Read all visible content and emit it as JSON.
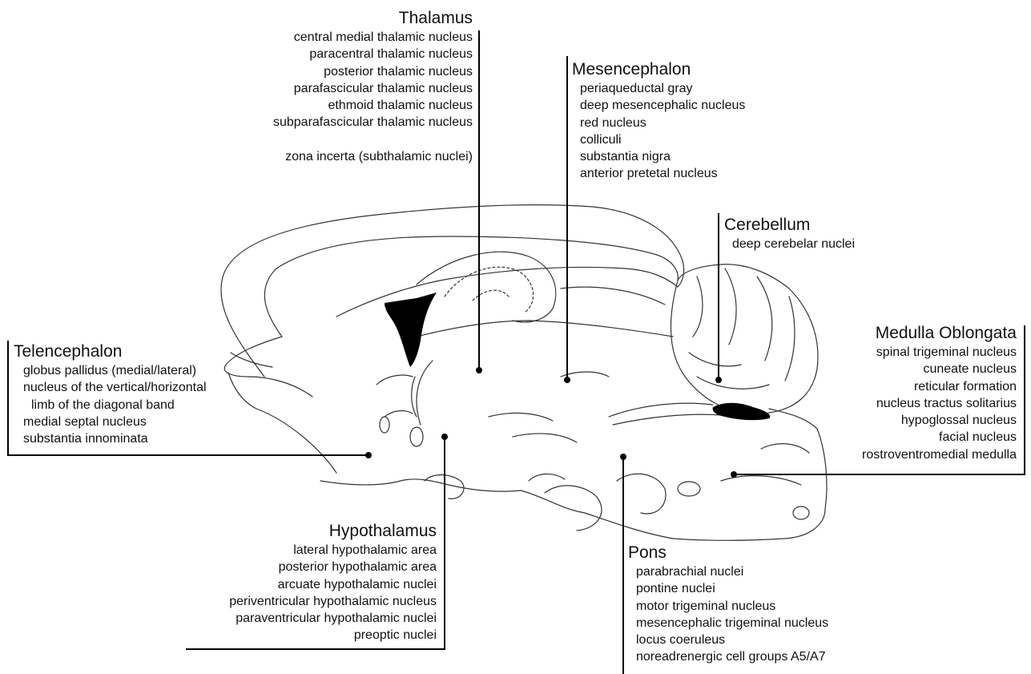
{
  "regions": {
    "thalamus": {
      "title": "Thalamus",
      "items": [
        "central medial thalamic nucleus",
        "paracentral thalamic nucleus",
        "posterior thalamic nucleus",
        "parafascicular thalamic nucleus",
        "ethmoid thalamic nucleus",
        "subparafascicular thalamic nucleus"
      ],
      "extra": "zona incerta (subthalamic nuclei)"
    },
    "mesencephalon": {
      "title": "Mesencephalon",
      "items": [
        "periaqueductal gray",
        "deep mesencephalic nucleus",
        "red nucleus",
        "colliculi",
        "substantia nigra",
        "anterior pretetal nucleus"
      ]
    },
    "cerebellum": {
      "title": "Cerebellum",
      "items": [
        "deep cerebelar nuclei"
      ]
    },
    "medulla": {
      "title": "Medulla Oblongata",
      "items": [
        "spinal trigeminal nucleus",
        "cuneate nucleus",
        "reticular formation",
        "nucleus tractus solitarius",
        "hypoglossal nucleus",
        "facial nucleus",
        "rostroventromedial medulla"
      ]
    },
    "telencephalon": {
      "title": "Telencephalon",
      "items": [
        "globus pallidus (medial/lateral)",
        "nucleus of the vertical/horizontal",
        "limb of the diagonal band",
        "medial septal nucleus",
        "substantia innominata"
      ]
    },
    "hypothalamus": {
      "title": "Hypothalamus",
      "items": [
        "lateral hypothalamic area",
        "posterior hypothalamic area",
        "arcuate hypothalamic nuclei",
        "periventricular hypothalamic nucleus",
        "paraventricular hypothalamic nuclei",
        "preoptic nuclei"
      ]
    },
    "pons": {
      "title": "Pons",
      "items": [
        "parabrachial nuclei",
        "pontine nuclei",
        "motor trigeminal nucleus",
        "mesencephalic trigeminal nucleus",
        "locus coeruleus",
        "noreadrenergic cell groups A5/A7"
      ]
    }
  }
}
